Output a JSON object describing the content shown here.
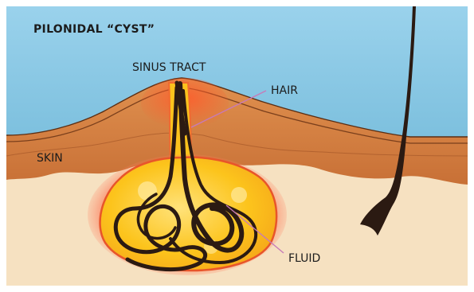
{
  "diagram": {
    "title": "PILONIDAL “CYST”",
    "labels": {
      "sinus_tract": "SINUS TRACT",
      "hair": "HAIR",
      "skin": "SKIN",
      "fluid": "FLUID"
    },
    "colors": {
      "sky": "#8fcbe6",
      "skin_top": "#d9874a",
      "skin_bottom": "#c9763d",
      "tissue": "#f5dfbd",
      "cyst_fill": "#fbc21d",
      "cyst_glow": "#f0623a",
      "hair": "#2b1a12",
      "leader": "#c77ab8"
    }
  }
}
